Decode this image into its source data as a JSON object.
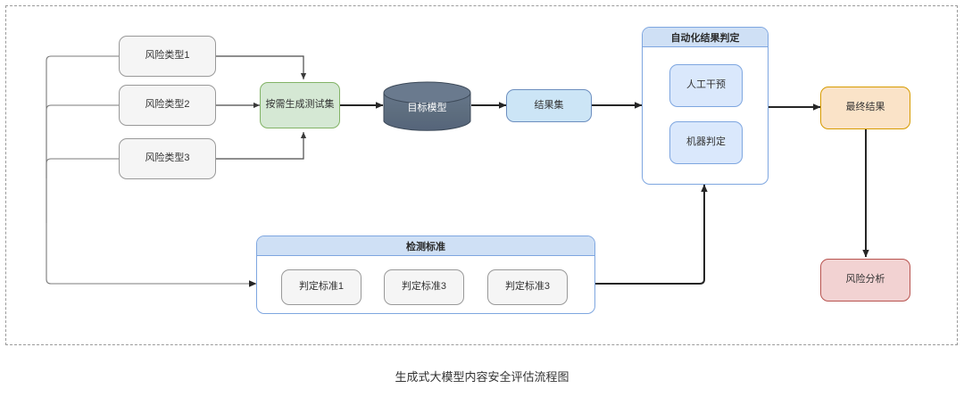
{
  "caption": "生成式大模型内容安全评估流程图",
  "diagram": {
    "risk_types": [
      {
        "label": "风险类型1"
      },
      {
        "label": "风险类型2"
      },
      {
        "label": "风险类型3"
      }
    ],
    "generator": {
      "label": "按需生成测试集"
    },
    "target_model": {
      "label": "目标模型"
    },
    "result_set": {
      "label": "结果集"
    },
    "auto_judgement": {
      "title": "自动化结果判定",
      "items": [
        {
          "label": "人工干预"
        },
        {
          "label": "机器判定"
        }
      ]
    },
    "detection_standard": {
      "title": "检测标准",
      "items": [
        {
          "label": "判定标准1"
        },
        {
          "label": "判定标准3"
        },
        {
          "label": "判定标准3"
        }
      ]
    },
    "final_result": {
      "label": "最终结果"
    },
    "risk_analysis": {
      "label": "风险分析"
    }
  },
  "colors": {
    "grey_fill": "#f5f5f5",
    "grey_stroke": "#999999",
    "green_fill": "#d5e8d4",
    "green_stroke": "#82b366",
    "blue_fill": "#cce5f6",
    "blue_stroke": "#6c8ebf",
    "inner_blue_fill": "#dae8fc",
    "inner_blue_stroke": "#7ea6e0",
    "panel_title_fill": "#cfe0f5",
    "cylinder_fill": "#5d6d7e",
    "orange_fill": "#fae3c8",
    "orange_stroke": "#d79b00",
    "red_fill": "#f2d2d2",
    "red_stroke": "#b85450",
    "arrow_dark": "#262626",
    "arrow_light": "#7b7b7b",
    "frame_dash": "#9a9a9a"
  }
}
